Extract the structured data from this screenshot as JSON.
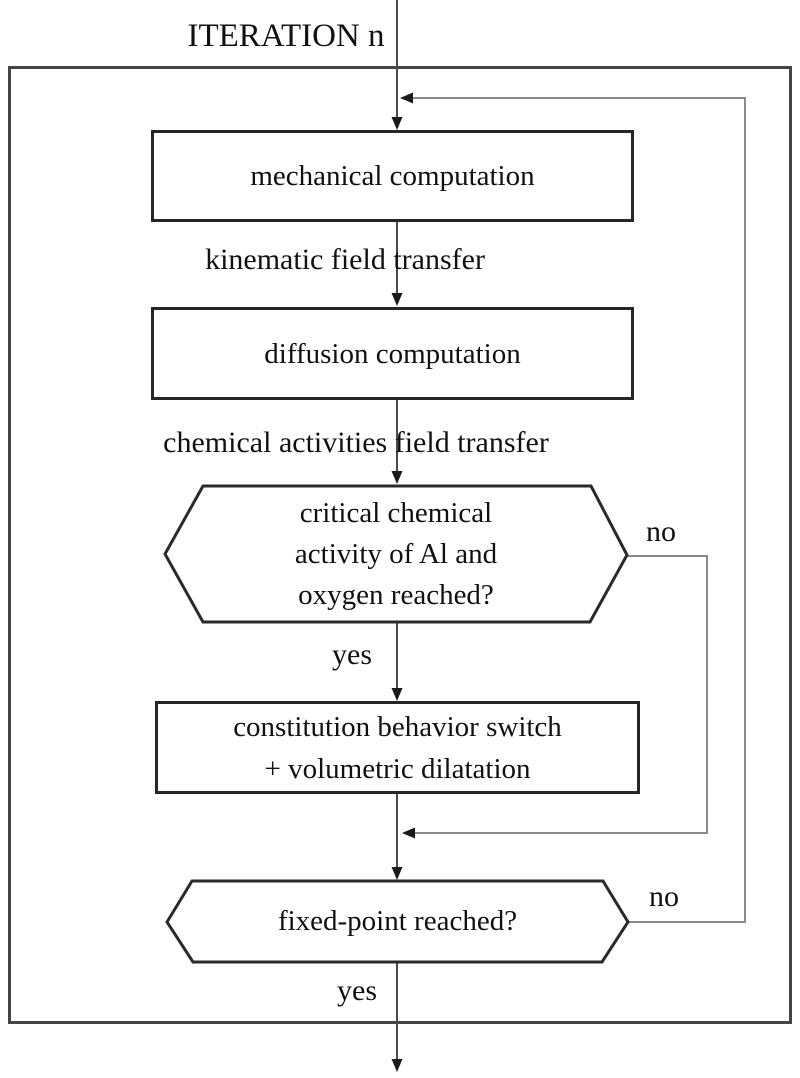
{
  "diagram": {
    "title": "ITERATION n",
    "nodes": {
      "mechanical": {
        "label": "mechanical computation"
      },
      "diffusion": {
        "label": "diffusion computation"
      },
      "decision_critical": {
        "line1": "critical chemical",
        "line2": "activity of Al and",
        "line3": "oxygen reached?"
      },
      "constitution": {
        "line1": "constitution behavior switch",
        "line2": "+ volumetric dilatation"
      },
      "decision_fixed_point": {
        "label": "fixed-point reached?"
      }
    },
    "edge_labels": {
      "kinematic_transfer": "kinematic field transfer",
      "chemical_transfer": "chemical activities field transfer",
      "decision1_yes": "yes",
      "decision1_no": "no",
      "decision2_yes": "yes",
      "decision2_no": "no"
    },
    "colors": {
      "background": "#ffffff",
      "node_border": "#262626",
      "outer_frame_border": "#454545",
      "flow_line": "#4a4a4a",
      "return_line": "#8a8a8a",
      "arrowhead": "#1a1a1a",
      "text": "#111111"
    }
  }
}
